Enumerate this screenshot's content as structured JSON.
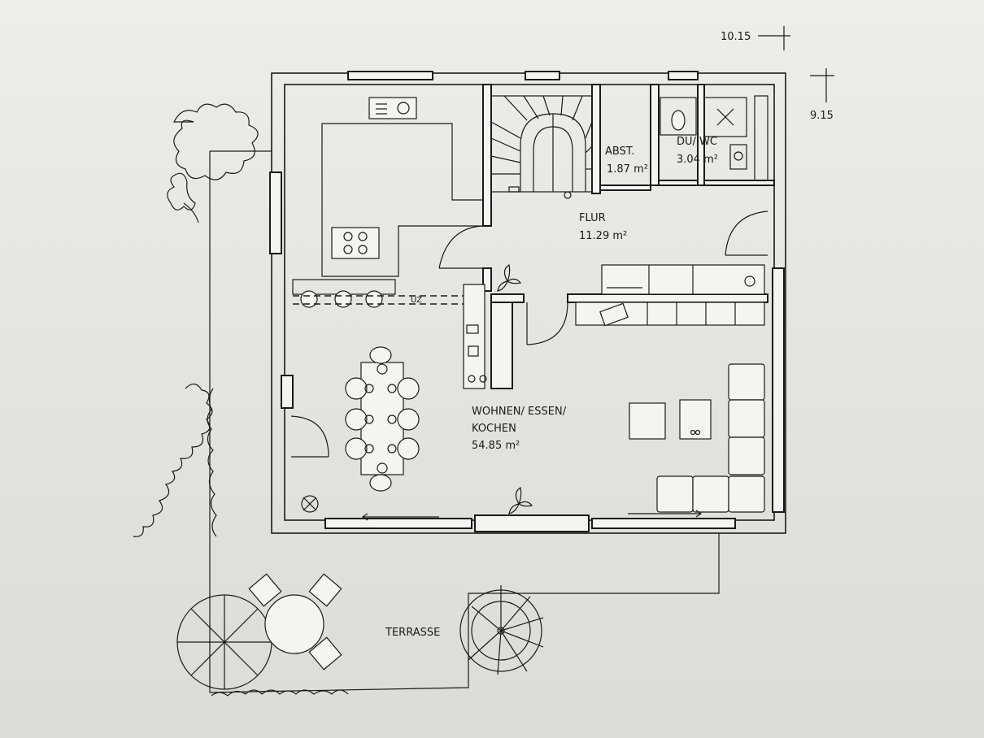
{
  "dimensions": {
    "width_label": "10.15",
    "depth_label": "9.15"
  },
  "rooms": {
    "abst": {
      "name": "ABST.",
      "area": "1.87 m²"
    },
    "du_wc": {
      "name": "DU/ WC",
      "area": "3.04 m²"
    },
    "flur": {
      "name": "FLUR",
      "area": "11.29 m²"
    },
    "wohnen": {
      "line1": "WOHNEN/ ESSEN/",
      "line2": "KOCHEN",
      "area": "54.85 m²"
    },
    "terrasse": {
      "name": "TERRASSE"
    }
  },
  "annotations": {
    "uz": "UZ"
  },
  "icons": [
    "plant-icon",
    "stove-icon",
    "sink-icon",
    "toilet-icon",
    "shower-icon",
    "umbrella-icon",
    "tree-icon"
  ],
  "colors": {
    "line": "#1a1a1a",
    "paper": "#eeeee9"
  }
}
